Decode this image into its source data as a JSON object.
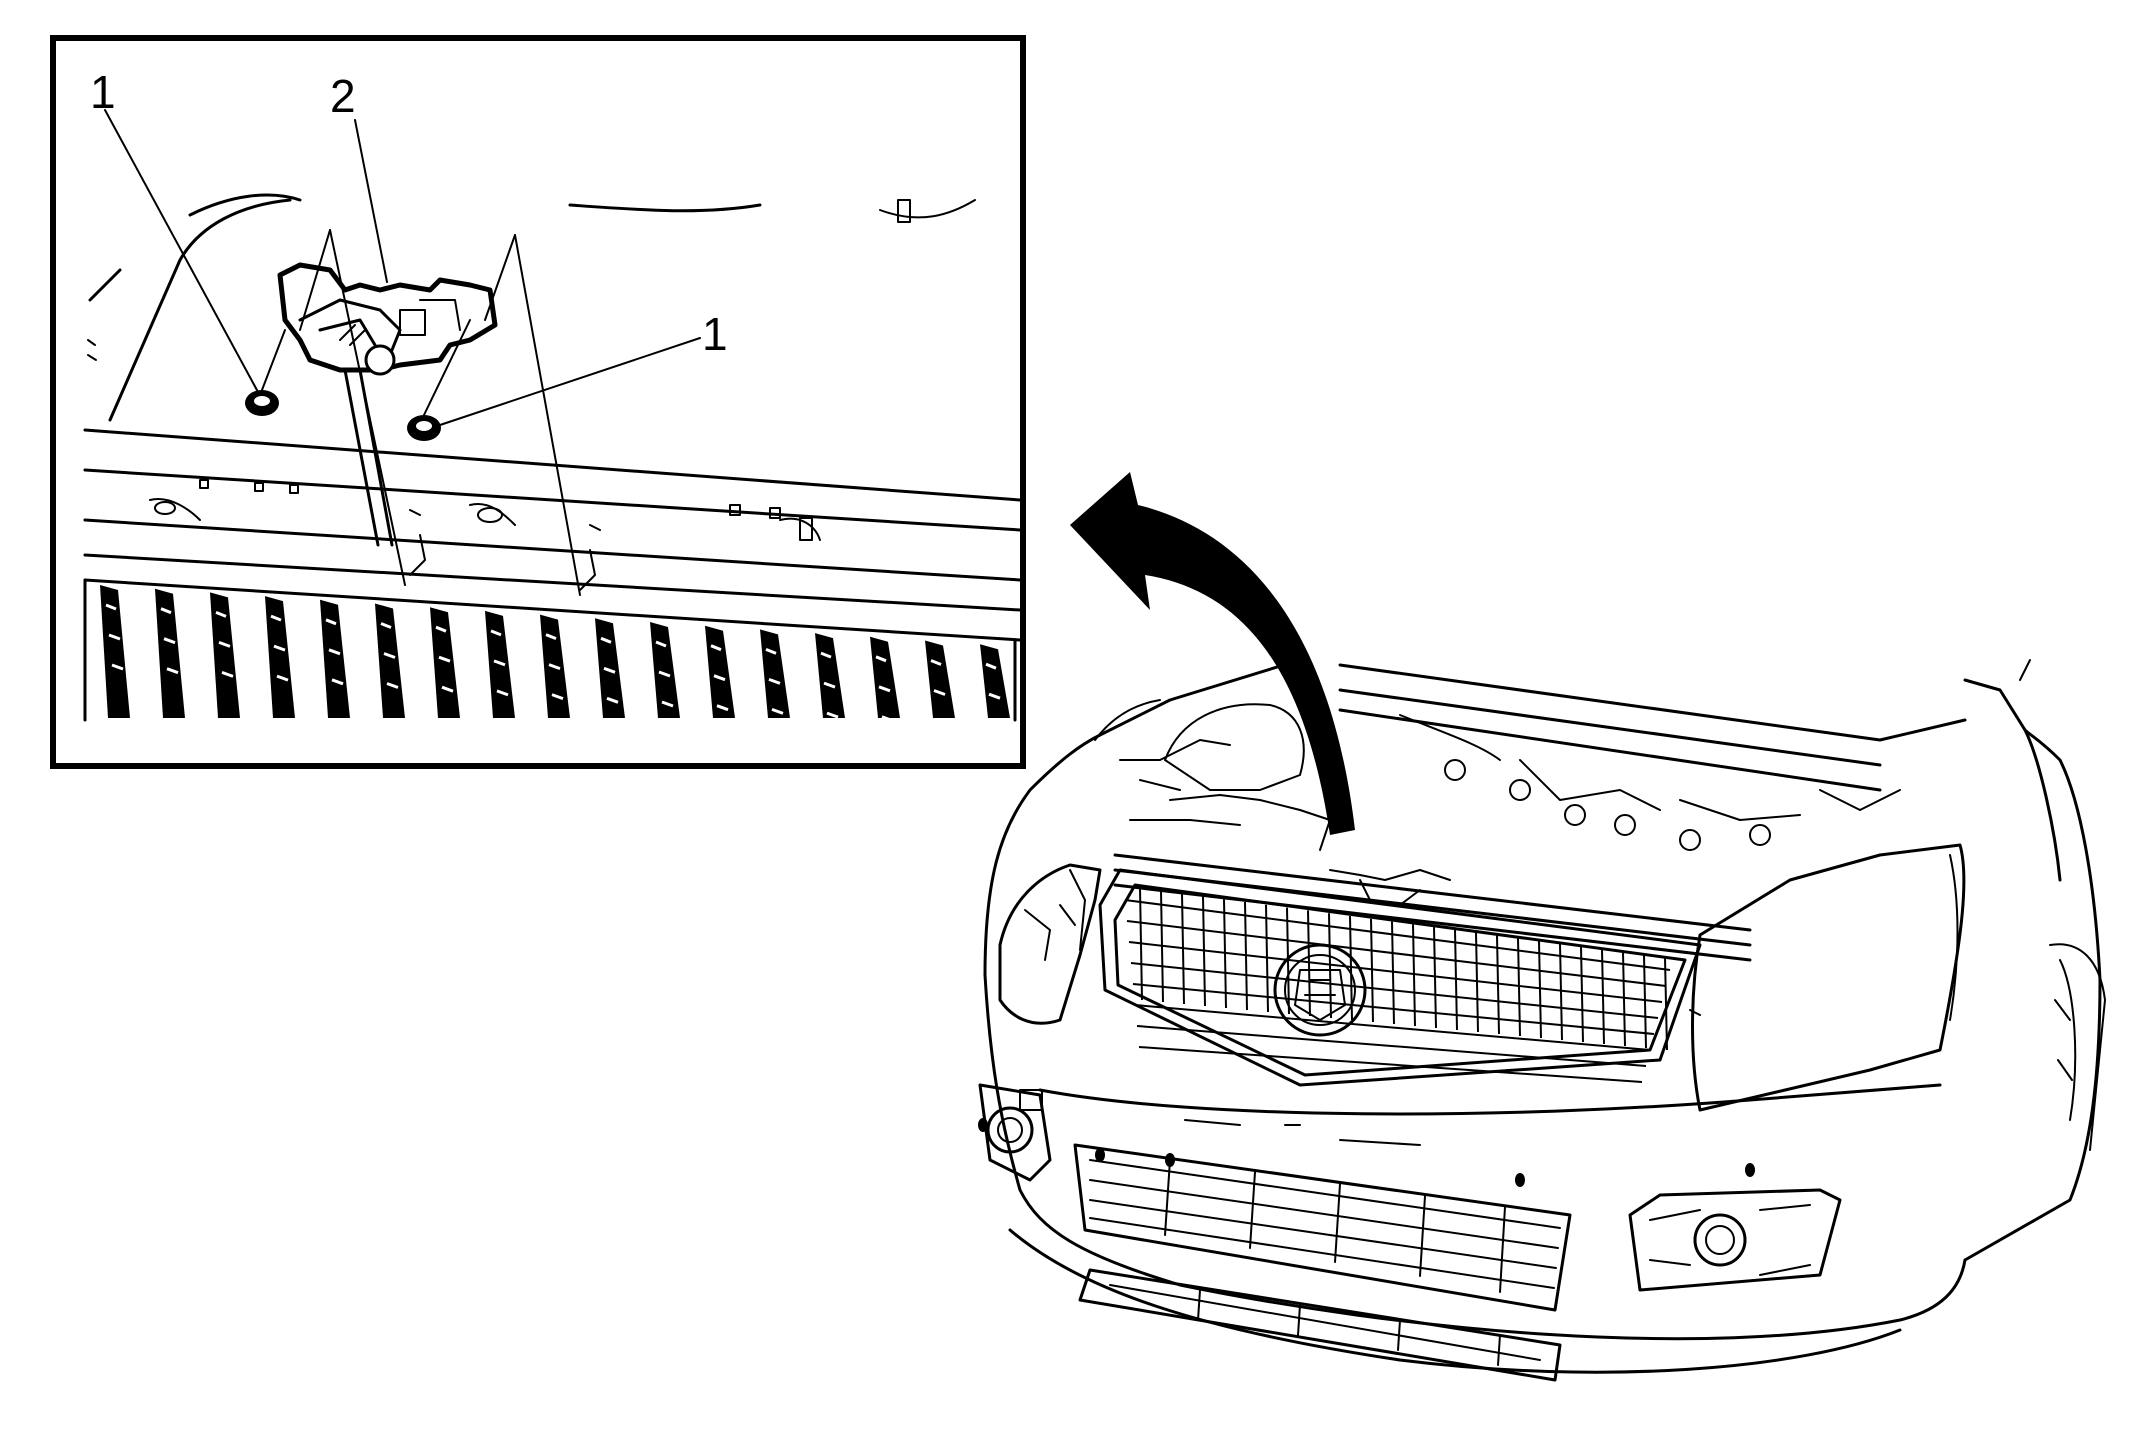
{
  "callouts": [
    {
      "id": "c1a",
      "label": "1"
    },
    {
      "id": "c2",
      "label": "2"
    },
    {
      "id": "c1b",
      "label": "1"
    }
  ],
  "colors": {
    "ink": "#000000",
    "paper": "#ffffff"
  }
}
